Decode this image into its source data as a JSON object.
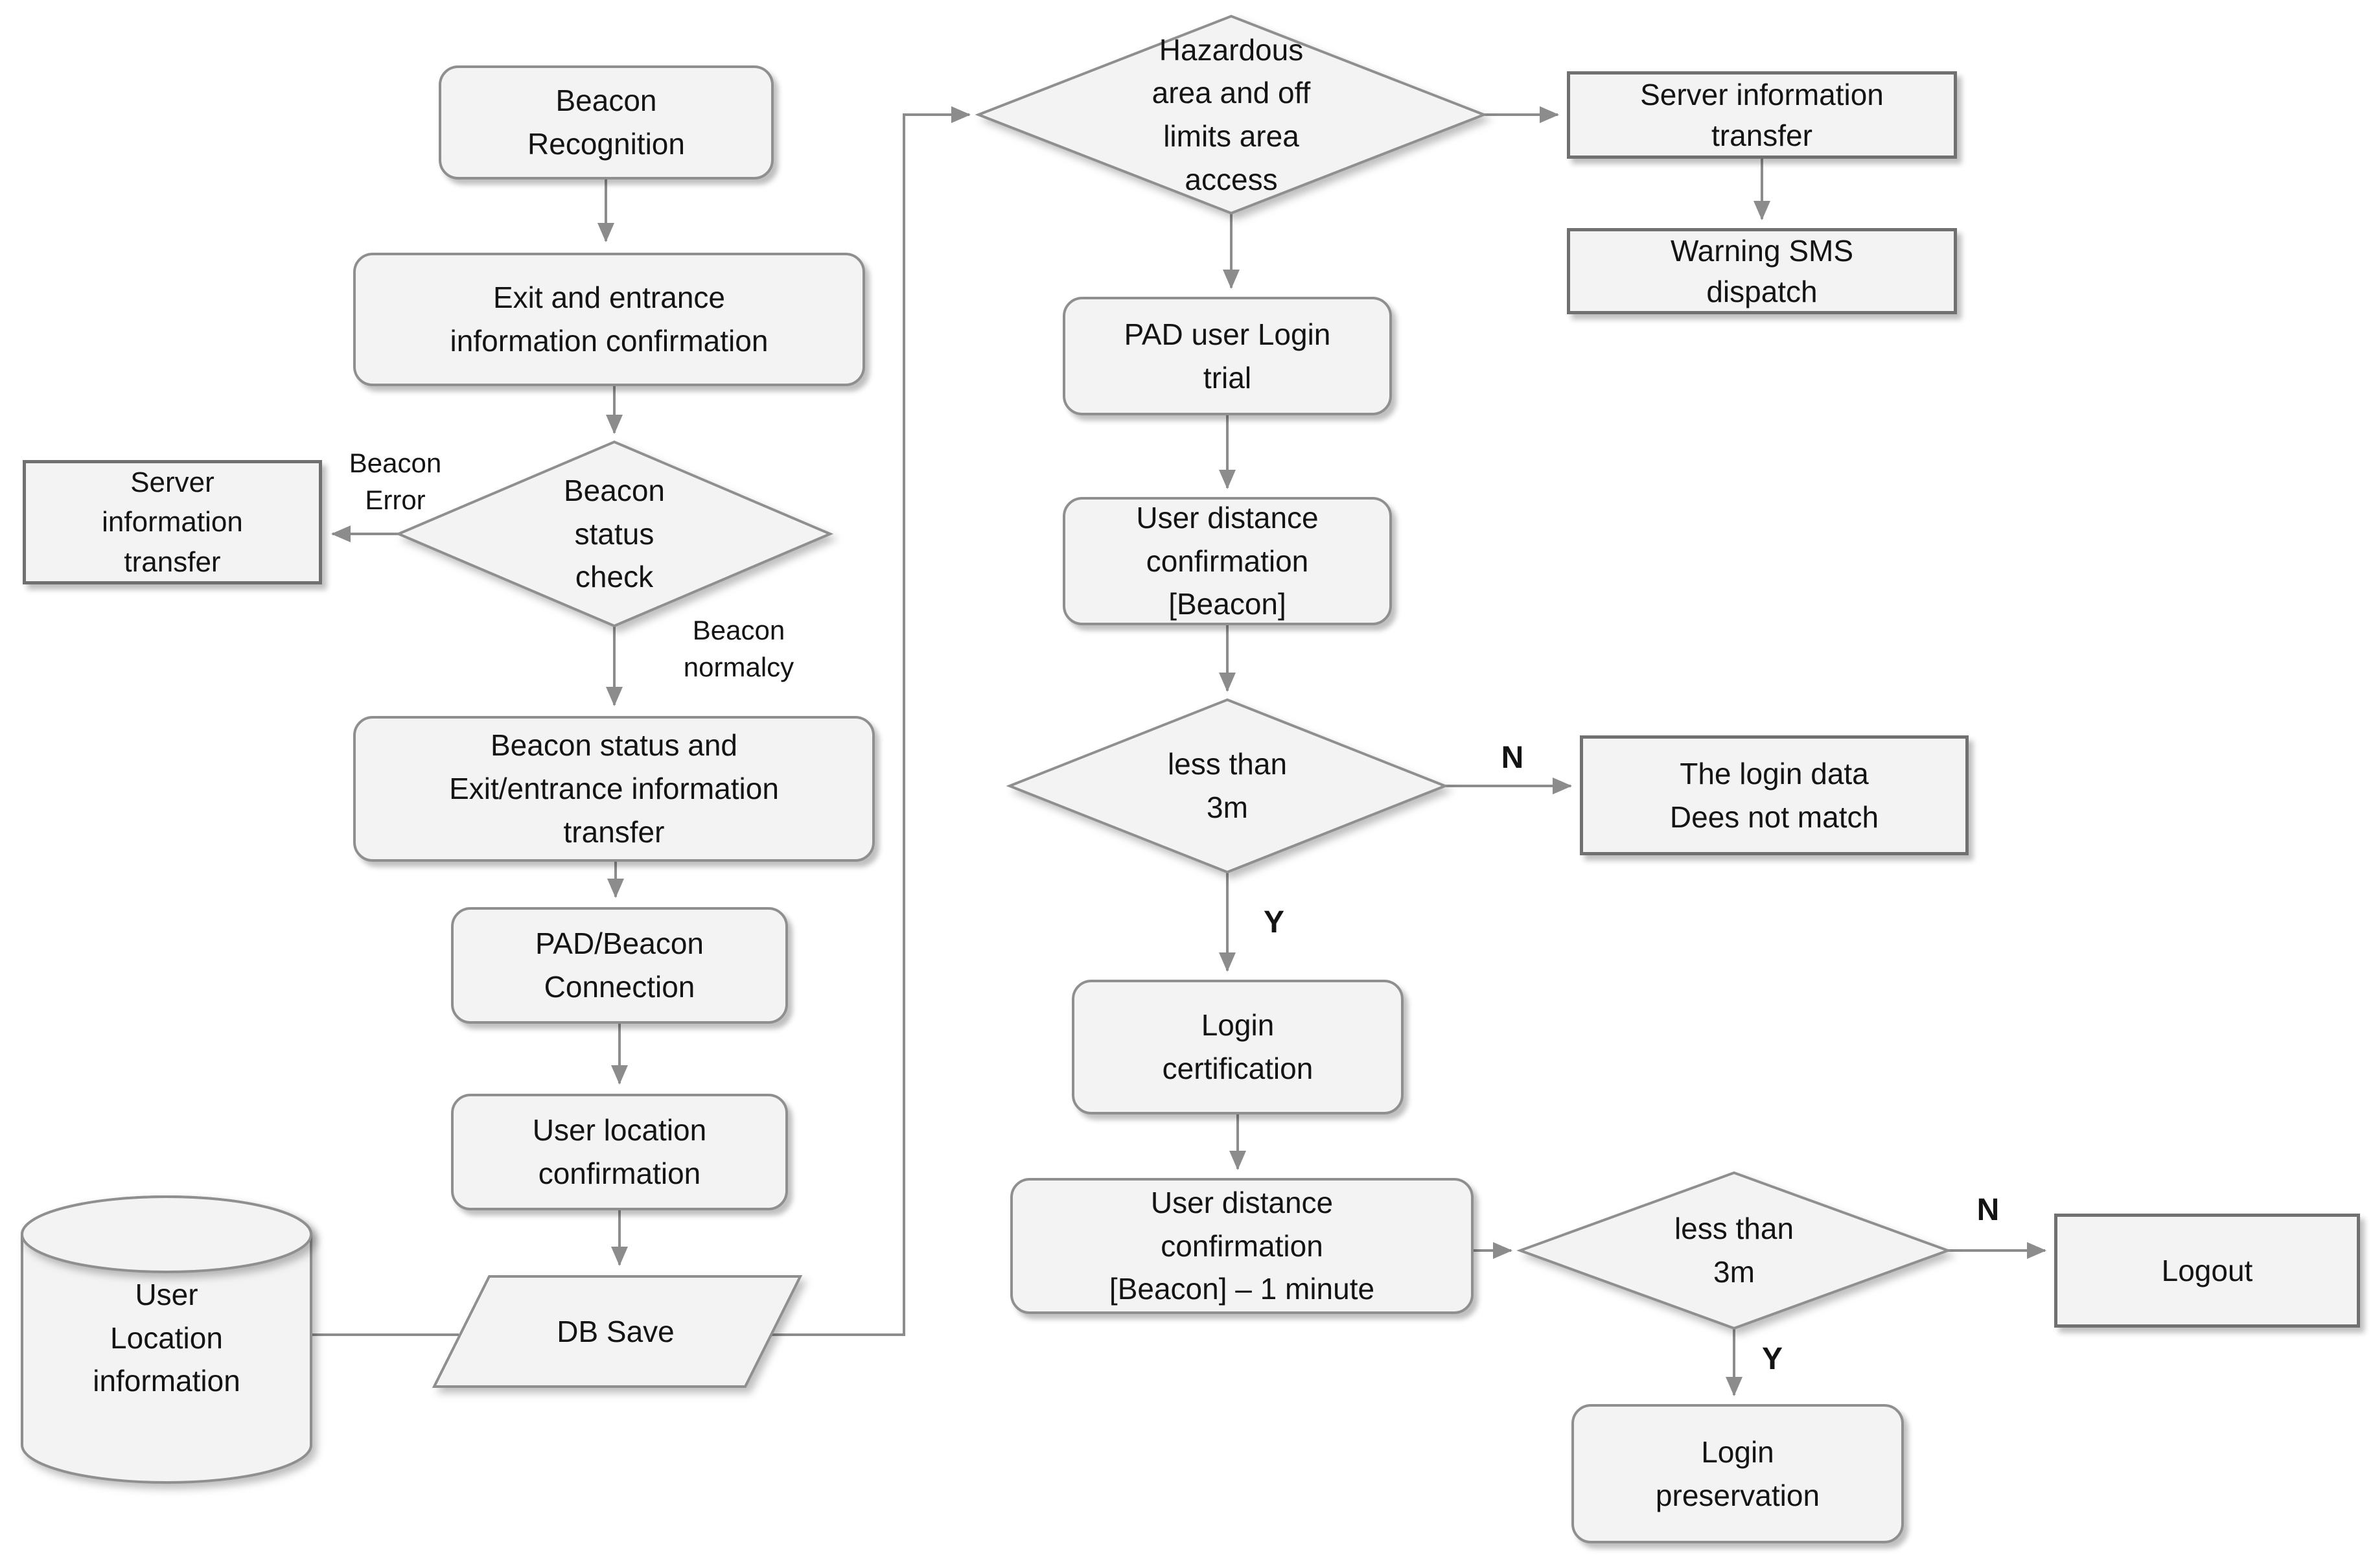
{
  "colors": {
    "background": "#ffffff",
    "node_fill": "#f3f3f3",
    "node_border": "#8f8f8f",
    "process_border": "#707070",
    "arrow": "#8c8c8c",
    "text": "#141414"
  },
  "nodes": {
    "beacon_recognition": {
      "type": "rounded",
      "label": "Beacon\nRecognition"
    },
    "exit_entrance_confirmation": {
      "type": "rounded",
      "label": "Exit and entrance\ninformation confirmation"
    },
    "beacon_status_check": {
      "type": "decision",
      "label": "Beacon\nstatus\ncheck"
    },
    "server_information_transfer_left": {
      "type": "process",
      "label": "Server\ninformation\ntransfer"
    },
    "beacon_status_exit_entrance_transfer": {
      "type": "rounded",
      "label": "Beacon status and\nExit/entrance information\ntransfer"
    },
    "pad_beacon_connection": {
      "type": "rounded",
      "label": "PAD/Beacon\nConnection"
    },
    "user_location_confirmation": {
      "type": "rounded",
      "label": "User location\nconfirmation"
    },
    "db_save": {
      "type": "data-io",
      "label": "DB Save"
    },
    "user_location_information": {
      "type": "database",
      "label": "User\nLocation\ninformation"
    },
    "hazardous_area_access": {
      "type": "decision",
      "label": "Hazardous\narea and off\nlimits area\naccess"
    },
    "server_information_transfer_right": {
      "type": "process",
      "label": "Server information\ntransfer"
    },
    "warning_sms_dispatch": {
      "type": "process",
      "label": "Warning SMS\ndispatch"
    },
    "pad_user_login_trial": {
      "type": "rounded",
      "label": "PAD user Login\ntrial"
    },
    "user_distance_confirmation": {
      "type": "rounded",
      "label": "User distance\nconfirmation\n[Beacon]"
    },
    "less_than_3m_login": {
      "type": "decision",
      "label": "less than\n3m"
    },
    "login_data_not_match": {
      "type": "process",
      "label": "The login data\nDees not match"
    },
    "login_certification": {
      "type": "rounded",
      "label": "Login\ncertification"
    },
    "user_distance_confirmation_1min": {
      "type": "rounded",
      "label": "User distance\nconfirmation\n[Beacon] – 1 minute"
    },
    "less_than_3m_logout": {
      "type": "decision",
      "label": "less than\n3m"
    },
    "logout": {
      "type": "process",
      "label": "Logout"
    },
    "login_preservation": {
      "type": "rounded",
      "label": "Login\npreservation"
    }
  },
  "edge_labels": {
    "beacon_error": "Beacon\nError",
    "beacon_normalcy": "Beacon\nnormalcy",
    "n_login": "N",
    "y_login": "Y",
    "n_logout": "N",
    "y_logout": "Y"
  }
}
